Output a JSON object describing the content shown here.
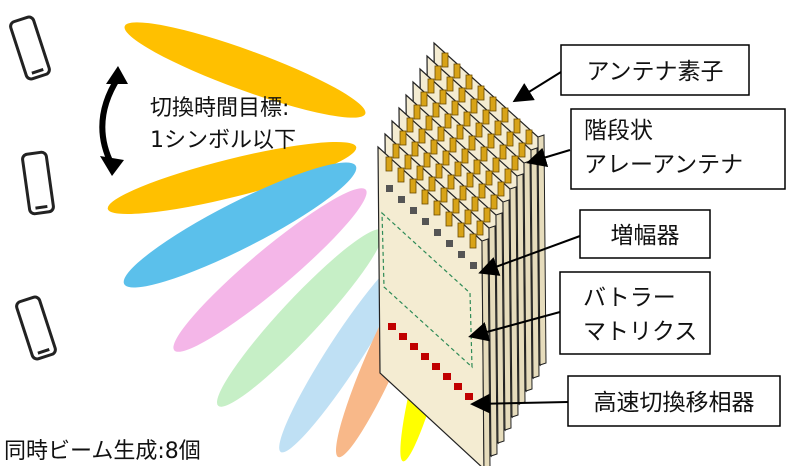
{
  "labels": {
    "switch_time_line1": "切換時間目標:",
    "switch_time_line2": "1シンボル以下",
    "simultaneous_beams": "同時ビーム生成:8個"
  },
  "callouts": [
    {
      "id": "antenna-element",
      "lines": [
        "アンテナ素子"
      ]
    },
    {
      "id": "stepped-array",
      "lines": [
        "階段状",
        "アレーアンテナ"
      ]
    },
    {
      "id": "amplifier",
      "lines": [
        "増幅器"
      ]
    },
    {
      "id": "butler-matrix",
      "lines": [
        "バトラー",
        "マトリクス"
      ]
    },
    {
      "id": "phase-shifter",
      "lines": [
        "高速切換移相器"
      ]
    }
  ],
  "colors": {
    "beam_orange": "#ffc000",
    "beam_blue": "#5bc0eb",
    "beam_pink": "#f4b6e8",
    "beam_green": "#c6efc6",
    "beam_lightblue": "#bfe0f4",
    "beam_peach": "#f8b889",
    "beam_yellow": "#ffff00",
    "panel": "#f4ecd2",
    "element": "#d8a317",
    "amp_block": "#555555",
    "phase_block": "#c00000"
  },
  "icons": [
    "phone-icon",
    "phone-icon",
    "phone-icon",
    "double-arrow-icon"
  ]
}
